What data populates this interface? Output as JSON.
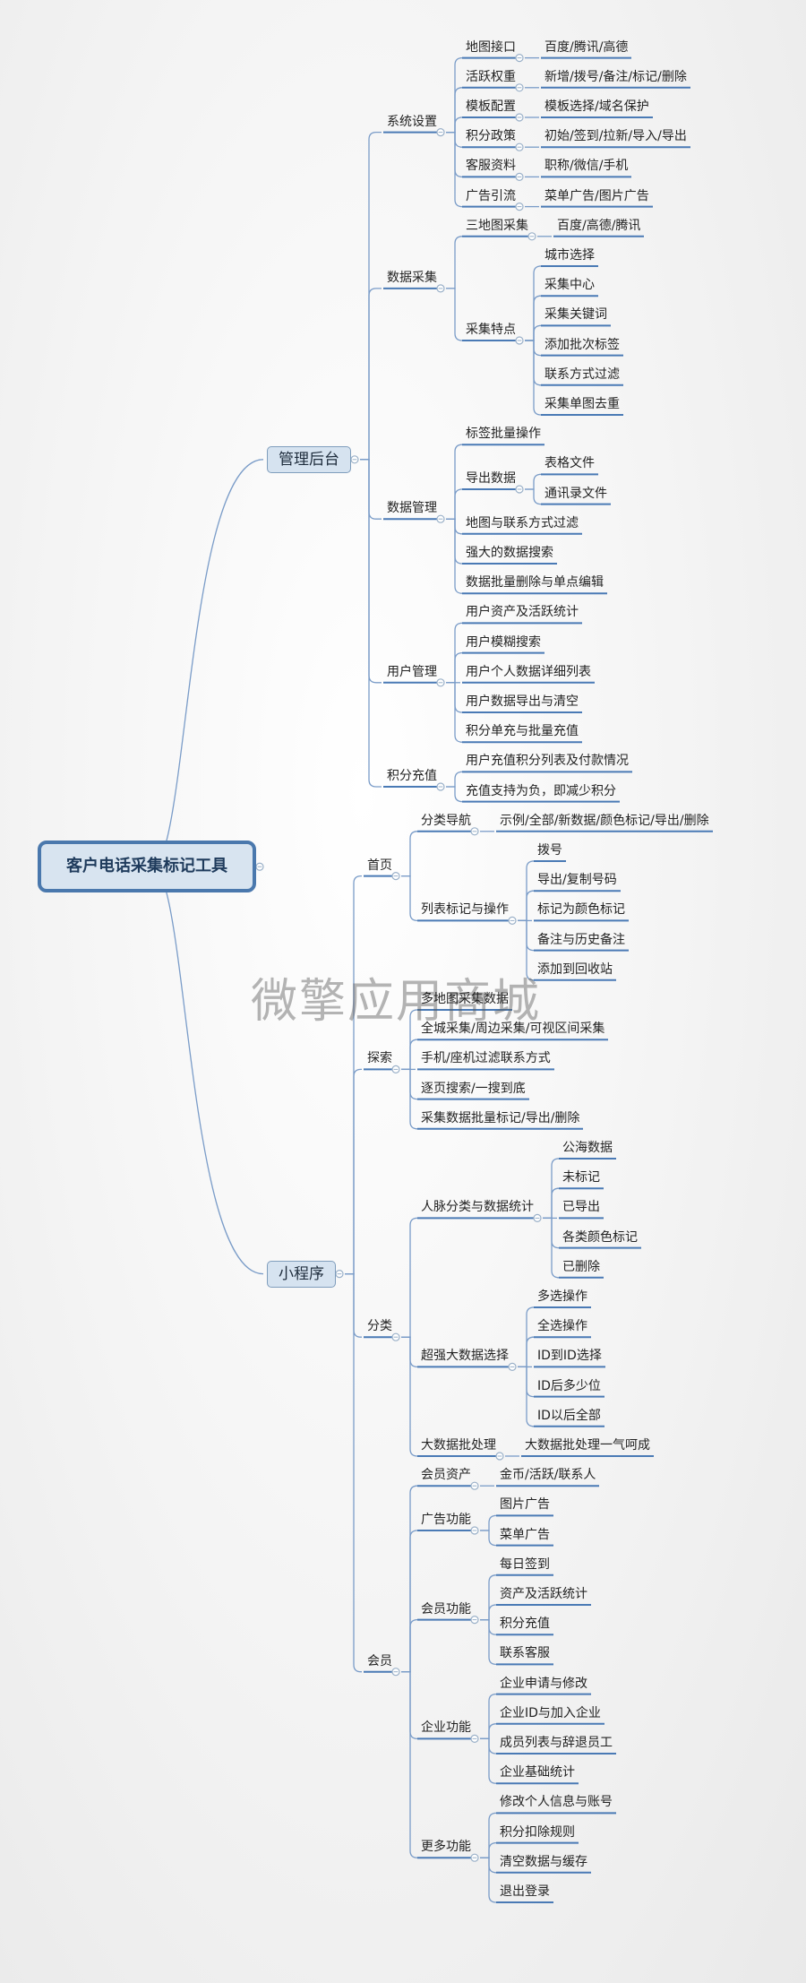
{
  "watermark": "微擎应用商城",
  "mindmap": {
    "label": "客户电话采集标记工具",
    "children": [
      {
        "label": "管理后台",
        "children": [
          {
            "label": "系统设置",
            "children": [
              {
                "label": "地图接口",
                "children": [
                  {
                    "label": "百度/腾讯/高德"
                  }
                ]
              },
              {
                "label": "活跃权重",
                "children": [
                  {
                    "label": "新增/拨号/备注/标记/删除"
                  }
                ]
              },
              {
                "label": "模板配置",
                "children": [
                  {
                    "label": "模板选择/域名保护"
                  }
                ]
              },
              {
                "label": "积分政策",
                "children": [
                  {
                    "label": "初始/签到/拉新/导入/导出"
                  }
                ]
              },
              {
                "label": "客服资料",
                "children": [
                  {
                    "label": "职称/微信/手机"
                  }
                ]
              },
              {
                "label": "广告引流",
                "children": [
                  {
                    "label": "菜单广告/图片广告"
                  }
                ]
              }
            ]
          },
          {
            "label": "数据采集",
            "children": [
              {
                "label": "三地图采集",
                "children": [
                  {
                    "label": "百度/高德/腾讯"
                  }
                ]
              },
              {
                "label": "采集特点",
                "children": [
                  {
                    "label": "城市选择"
                  },
                  {
                    "label": "采集中心"
                  },
                  {
                    "label": "采集关键词"
                  },
                  {
                    "label": "添加批次标签"
                  },
                  {
                    "label": "联系方式过滤"
                  },
                  {
                    "label": "采集单图去重"
                  }
                ]
              }
            ]
          },
          {
            "label": "数据管理",
            "children": [
              {
                "label": "标签批量操作"
              },
              {
                "label": "导出数据",
                "children": [
                  {
                    "label": "表格文件"
                  },
                  {
                    "label": "通讯录文件"
                  }
                ]
              },
              {
                "label": "地图与联系方式过滤"
              },
              {
                "label": "强大的数据搜索"
              },
              {
                "label": "数据批量删除与单点编辑"
              }
            ]
          },
          {
            "label": "用户管理",
            "children": [
              {
                "label": "用户资产及活跃统计"
              },
              {
                "label": "用户模糊搜索"
              },
              {
                "label": "用户个人数据详细列表"
              },
              {
                "label": "用户数据导出与清空"
              },
              {
                "label": "积分单充与批量充值"
              }
            ]
          },
          {
            "label": "积分充值",
            "children": [
              {
                "label": "用户充值积分列表及付款情况"
              },
              {
                "label": "充值支持为负，即减少积分"
              }
            ]
          }
        ]
      },
      {
        "label": "小程序",
        "children": [
          {
            "label": "首页",
            "children": [
              {
                "label": "分类导航",
                "children": [
                  {
                    "label": "示例/全部/新数据/颜色标记/导出/删除"
                  }
                ]
              },
              {
                "label": "列表标记与操作",
                "children": [
                  {
                    "label": "拨号"
                  },
                  {
                    "label": "导出/复制号码"
                  },
                  {
                    "label": "标记为颜色标记"
                  },
                  {
                    "label": "备注与历史备注"
                  },
                  {
                    "label": "添加到回收站"
                  }
                ]
              }
            ]
          },
          {
            "label": "探索",
            "children": [
              {
                "label": "多地图采集数据"
              },
              {
                "label": "全城采集/周边采集/可视区间采集"
              },
              {
                "label": "手机/座机过滤联系方式"
              },
              {
                "label": "逐页搜索/一搜到底"
              },
              {
                "label": "采集数据批量标记/导出/删除"
              }
            ]
          },
          {
            "label": "分类",
            "children": [
              {
                "label": "人脉分类与数据统计",
                "children": [
                  {
                    "label": "公海数据"
                  },
                  {
                    "label": "未标记"
                  },
                  {
                    "label": "已导出"
                  },
                  {
                    "label": "各类颜色标记"
                  },
                  {
                    "label": "已删除"
                  }
                ]
              },
              {
                "label": "超强大数据选择",
                "children": [
                  {
                    "label": "多选操作"
                  },
                  {
                    "label": "全选操作"
                  },
                  {
                    "label": "ID到ID选择"
                  },
                  {
                    "label": "ID后多少位"
                  },
                  {
                    "label": "ID以后全部"
                  }
                ]
              },
              {
                "label": "大数据批处理",
                "children": [
                  {
                    "label": "大数据批处理一气呵成"
                  }
                ]
              }
            ]
          },
          {
            "label": "会员",
            "children": [
              {
                "label": "会员资产",
                "children": [
                  {
                    "label": "金币/活跃/联系人"
                  }
                ]
              },
              {
                "label": "广告功能",
                "children": [
                  {
                    "label": "图片广告"
                  },
                  {
                    "label": "菜单广告"
                  }
                ]
              },
              {
                "label": "会员功能",
                "children": [
                  {
                    "label": "每日签到"
                  },
                  {
                    "label": "资产及活跃统计"
                  },
                  {
                    "label": "积分充值"
                  },
                  {
                    "label": "联系客服"
                  }
                ]
              },
              {
                "label": "企业功能",
                "children": [
                  {
                    "label": "企业申请与修改"
                  },
                  {
                    "label": "企业ID与加入企业"
                  },
                  {
                    "label": "成员列表与辞退员工"
                  },
                  {
                    "label": "企业基础统计"
                  }
                ]
              },
              {
                "label": "更多功能",
                "children": [
                  {
                    "label": "修改个人信息与账号"
                  },
                  {
                    "label": "积分扣除规则"
                  },
                  {
                    "label": "清空数据与缓存"
                  },
                  {
                    "label": "退出登录"
                  }
                ]
              }
            ]
          }
        ]
      }
    ]
  },
  "colors": {
    "line": "#7a9cc8",
    "underline": "#4a7ab5",
    "collapse": "#9ab0c8",
    "branch_fill": "#d6e3f0",
    "root_border": "#4a78ad"
  }
}
